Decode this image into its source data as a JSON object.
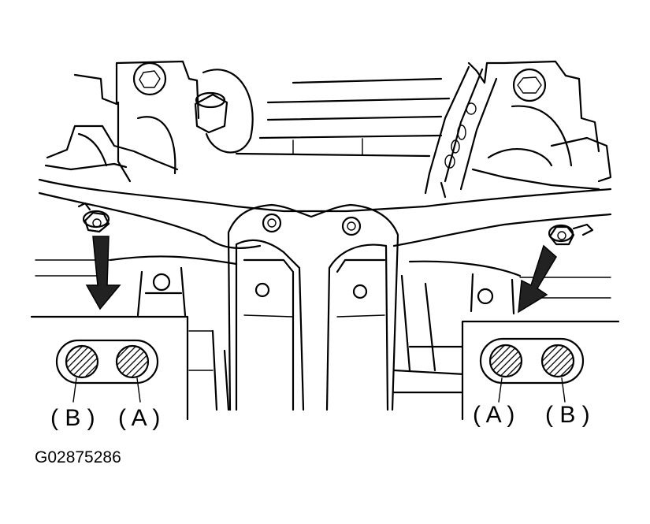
{
  "figure": {
    "figure_code": "G02875286",
    "callouts": {
      "left": {
        "label_b": "( B )",
        "label_a": "( A )"
      },
      "right": {
        "label_a": "( A )",
        "label_b": "( B )"
      }
    }
  }
}
